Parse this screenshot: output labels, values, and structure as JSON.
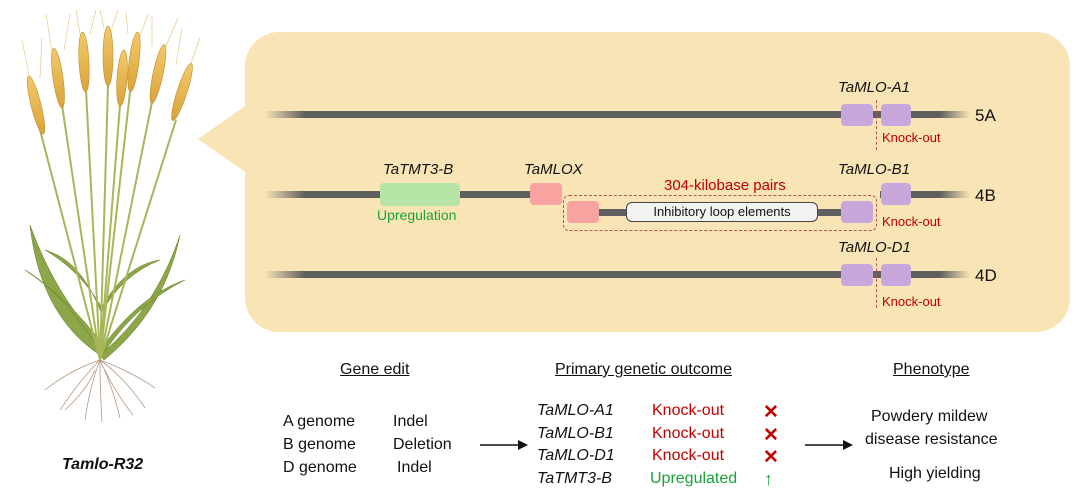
{
  "plant": {
    "name": "Tamlo-R32"
  },
  "chromosomes": {
    "a": {
      "name": "5A",
      "gene": "TaMLO-A1",
      "knockout": "Knock-out"
    },
    "b": {
      "name": "4B",
      "gene": "TaMLO-B1",
      "knockout": "Knock-out",
      "tmt3": "TaTMT3-B",
      "tmt3_effect": "Upregulation",
      "mlox": "TaMLOX",
      "deletion_size": "304-kilobase pairs",
      "inhibitory": "Inhibitory loop elements"
    },
    "d": {
      "name": "4D",
      "gene": "TaMLO-D1",
      "knockout": "Knock-out"
    }
  },
  "summary": {
    "headers": {
      "edit": "Gene edit",
      "outcome": "Primary genetic outcome",
      "phenotype": "Phenotype"
    },
    "edits": [
      {
        "genome": "A genome",
        "type": "Indel"
      },
      {
        "genome": "B genome",
        "type": "Deletion"
      },
      {
        "genome": "D genome",
        "type": "Indel"
      }
    ],
    "outcomes": [
      {
        "gene": "TaMLO-A1",
        "effect": "Knock-out",
        "mark": "✕"
      },
      {
        "gene": "TaMLO-B1",
        "effect": "Knock-out",
        "mark": "✕"
      },
      {
        "gene": "TaMLO-D1",
        "effect": "Knock-out",
        "mark": "✕"
      },
      {
        "gene": "TaTMT3-B",
        "effect": "Upregulated",
        "mark": "↑"
      }
    ],
    "phenotypes": [
      "Powdery mildew",
      "disease resistance",
      "High yielding"
    ]
  },
  "colors": {
    "panel": "#f8e4b4",
    "chromosome": "#5f5f5f",
    "mlo": "#c8a8dc",
    "mlox": "#f7a4a0",
    "tmt3": "#b6e4a6",
    "knockout": "#c00000",
    "upregulation": "#1aa33a"
  }
}
